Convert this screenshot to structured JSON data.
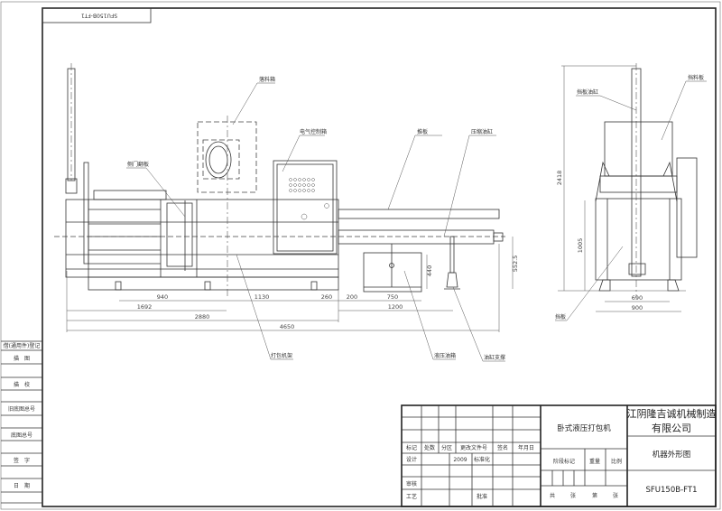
{
  "drawing_stamp": "SFU150B-FT1",
  "labels": {
    "feed_box": "落料箱",
    "control_box": "电气控制箱",
    "side_door": "侧门翻板",
    "push_plate": "推板",
    "compress_cylinder": "压缩油缸",
    "frame": "打包机架",
    "oil_tank": "液压油箱",
    "cylinder_support": "油缸支撑",
    "gate_cylinder": "挡板油缸",
    "gate_board": "挡料板",
    "baffle": "挡板"
  },
  "dims": {
    "d940": "940",
    "d1130": "1130",
    "d260": "260",
    "d200": "200",
    "d750": "750",
    "d1692": "1692",
    "d1200": "1200",
    "d2880": "2880",
    "d4650": "4650",
    "d440": "440",
    "d5525": "552.5",
    "d2418": "2418",
    "d1005": "1005",
    "d690": "690",
    "d900": "900"
  },
  "left_strip": [
    "借(通用件)登记",
    "描　图",
    "描　校",
    "旧底图总号",
    "底图总号",
    "签　字",
    "日　期"
  ],
  "title_block": {
    "rev_headers": [
      "标记",
      "处数",
      "分区",
      "更改文件号",
      "签名",
      "年月日"
    ],
    "design": "设计",
    "year": "2009",
    "standardization": "标准化",
    "review": "审核",
    "process": "工艺",
    "approve": "批准",
    "product": "卧式液压打包机",
    "company_line1": "江阴隆吉诚机械制造",
    "company_line2": "有限公司",
    "drawing_name": "机器外形图",
    "stage_mark": "阶段标记",
    "weight": "重量",
    "scale": "比例",
    "total": "共",
    "sheets1": "张",
    "sheet_no": "第",
    "sheets2": "张",
    "drawing_no": "SFU150B-FT1"
  }
}
